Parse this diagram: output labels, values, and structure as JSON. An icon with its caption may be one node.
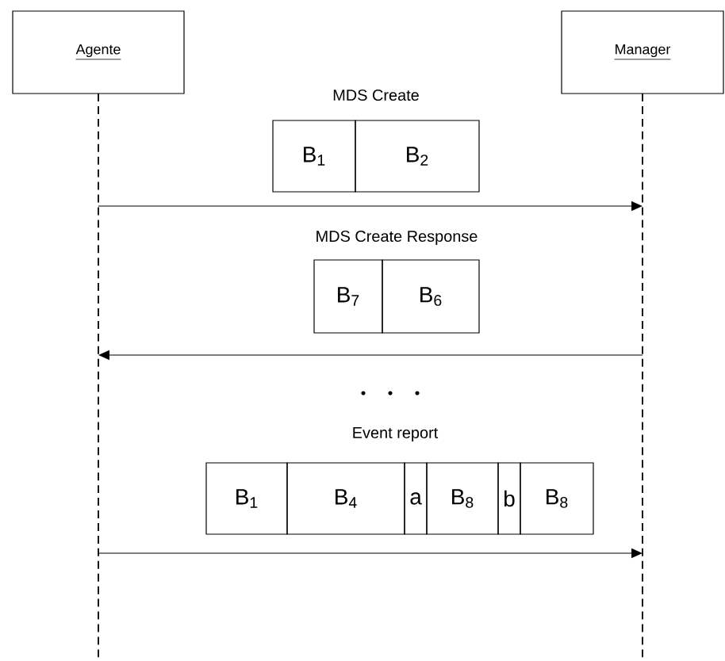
{
  "diagram": {
    "nodes": [
      {
        "text": [
          "Agente"
        ]
      },
      {
        "text": [
          "Manager"
        ]
      },
      {
        "text": [
          "B$_{1}$"
        ]
      },
      {
        "text": [
          "B$_{2}$"
        ]
      },
      {
        "text": [
          "B$_{7}$"
        ]
      },
      {
        "text": [
          "B$_{6}$"
        ]
      },
      {
        "text": [
          "B$_{1}$"
        ]
      },
      {
        "text": [
          "B$_{4}$"
        ]
      },
      {
        "text": [
          "a"
        ]
      },
      {
        "text": [
          "B$_{8}$"
        ]
      },
      {
        "text": [
          "b"
        ]
      },
      {
        "text": [
          "B$_{8}$"
        ]
      }
    ],
    "edges": [
      {
        "from": 0,
        "to": 1,
        "arrow": "to"
      },
      {
        "from": 1,
        "to": 0,
        "arrow": "to"
      },
      {
        "from": 0,
        "to": 1,
        "arrow": "to"
      }
    ],
    "labels": [
      "MDS Create",
      "MDS Create Response",
      "Event report"
    ]
  }
}
